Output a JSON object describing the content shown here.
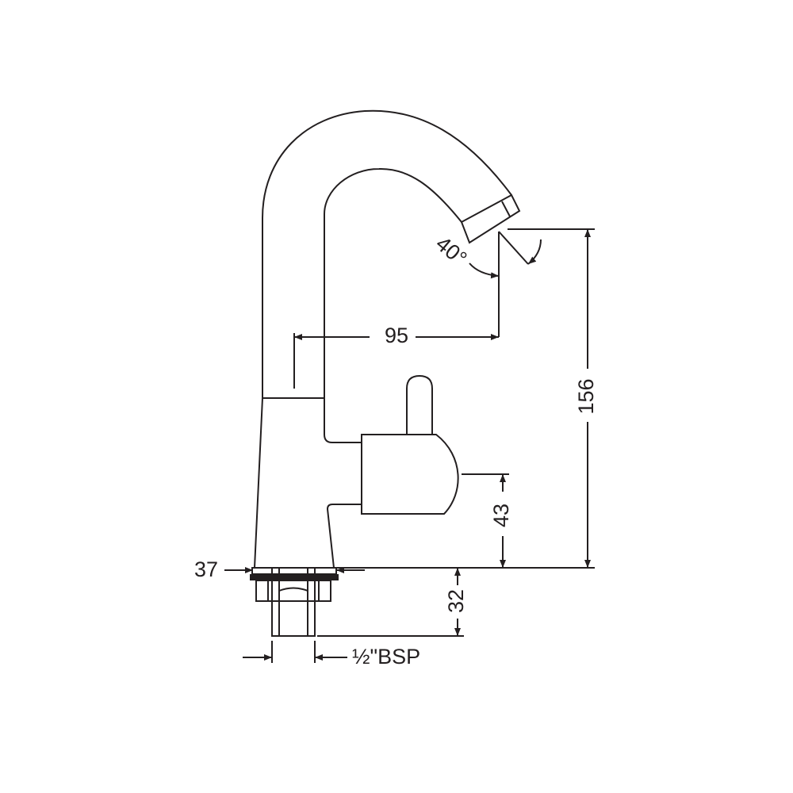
{
  "dimensions": {
    "spout_reach": "95",
    "spout_angle": "40°",
    "total_height": "156",
    "lever_height": "43",
    "base_diameter": "37",
    "shank_length": "32",
    "thread_prefix": "½",
    "thread_label": "\"BSP"
  },
  "colors": {
    "line": "#231f20",
    "background": "#ffffff"
  }
}
